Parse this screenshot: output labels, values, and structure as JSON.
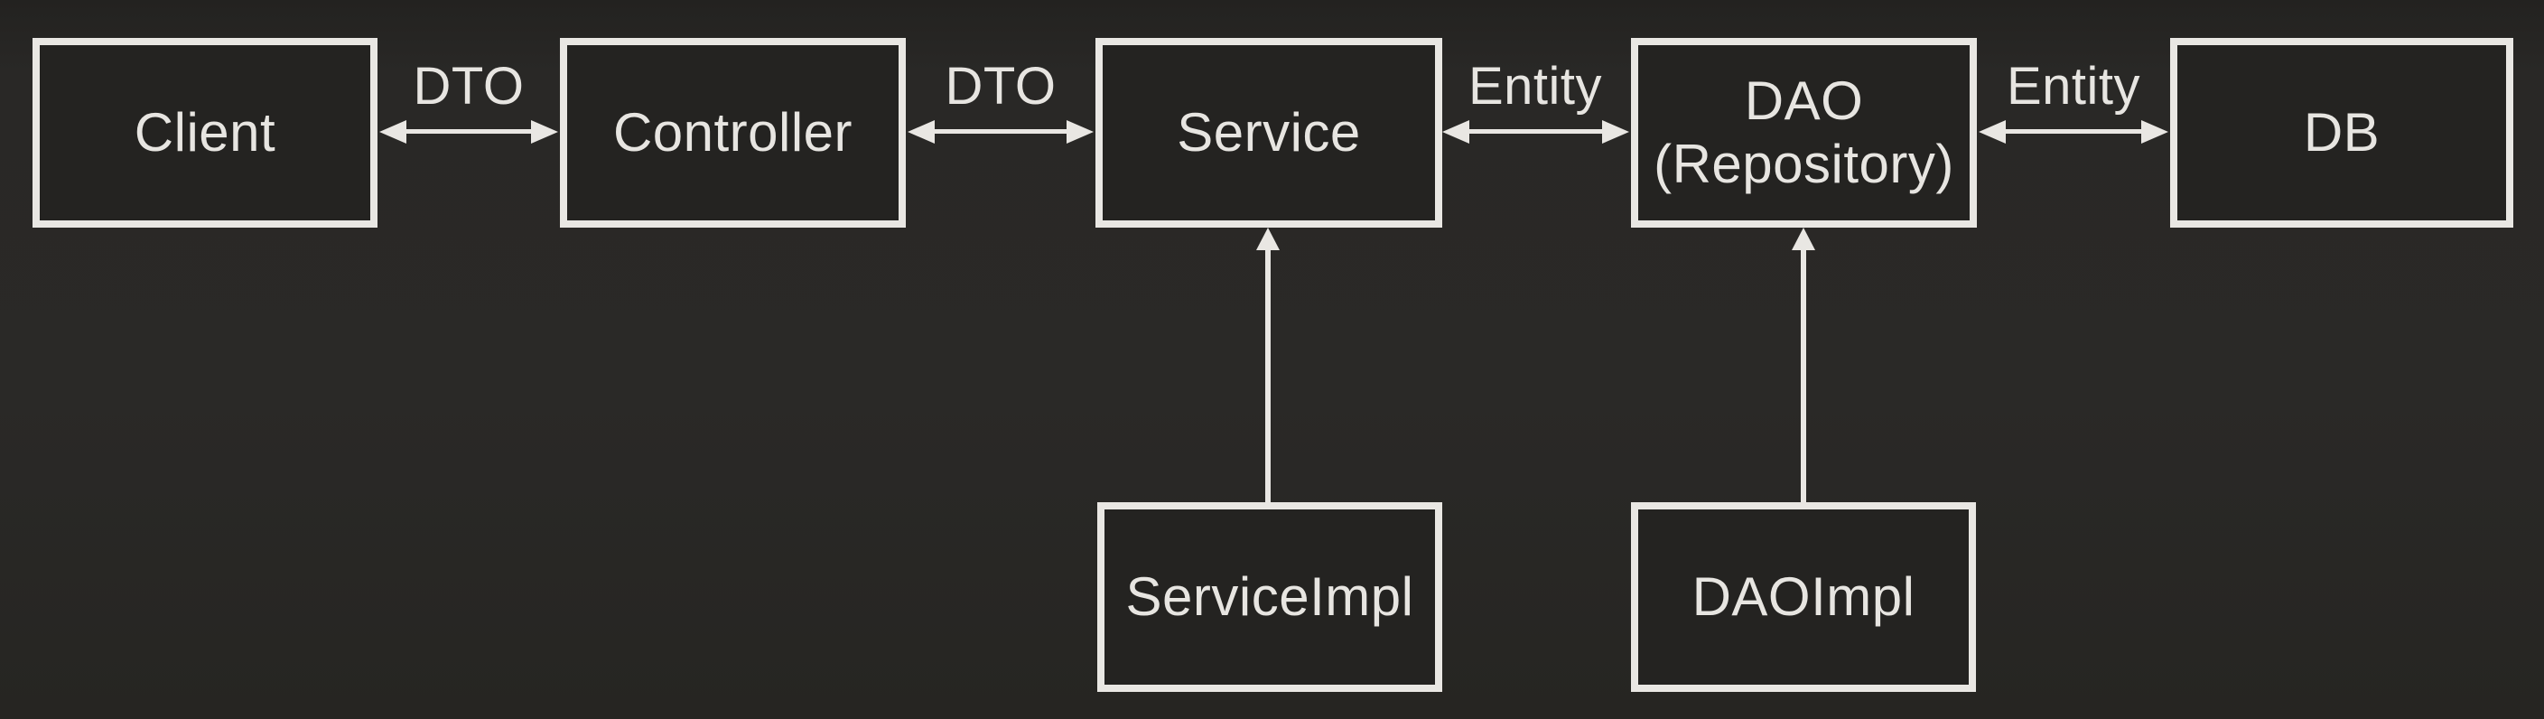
{
  "colors": {
    "bg": "#292825",
    "box-fill": "#242321",
    "stroke": "#e9e7e3",
    "text": "#e7e5e1"
  },
  "diagram": {
    "type": "architecture-diagram",
    "nodes": [
      {
        "id": "client",
        "label": "Client"
      },
      {
        "id": "controller",
        "label": "Controller"
      },
      {
        "id": "service",
        "label": "Service"
      },
      {
        "id": "dao",
        "label": "DAO",
        "label_line2": "(Repository)"
      },
      {
        "id": "db",
        "label": "DB"
      },
      {
        "id": "service-impl",
        "label": "ServiceImpl"
      },
      {
        "id": "dao-impl",
        "label": "DAOImpl"
      }
    ],
    "edges": [
      {
        "from": "client",
        "to": "controller",
        "label": "DTO",
        "type": "bidirectional"
      },
      {
        "from": "controller",
        "to": "service",
        "label": "DTO",
        "type": "bidirectional"
      },
      {
        "from": "service",
        "to": "dao",
        "label": "Entity",
        "type": "bidirectional"
      },
      {
        "from": "dao",
        "to": "db",
        "label": "Entity",
        "type": "bidirectional"
      },
      {
        "from": "service-impl",
        "to": "service",
        "label": "",
        "type": "up-arrow"
      },
      {
        "from": "dao-impl",
        "to": "dao",
        "label": "",
        "type": "up-arrow"
      }
    ]
  }
}
